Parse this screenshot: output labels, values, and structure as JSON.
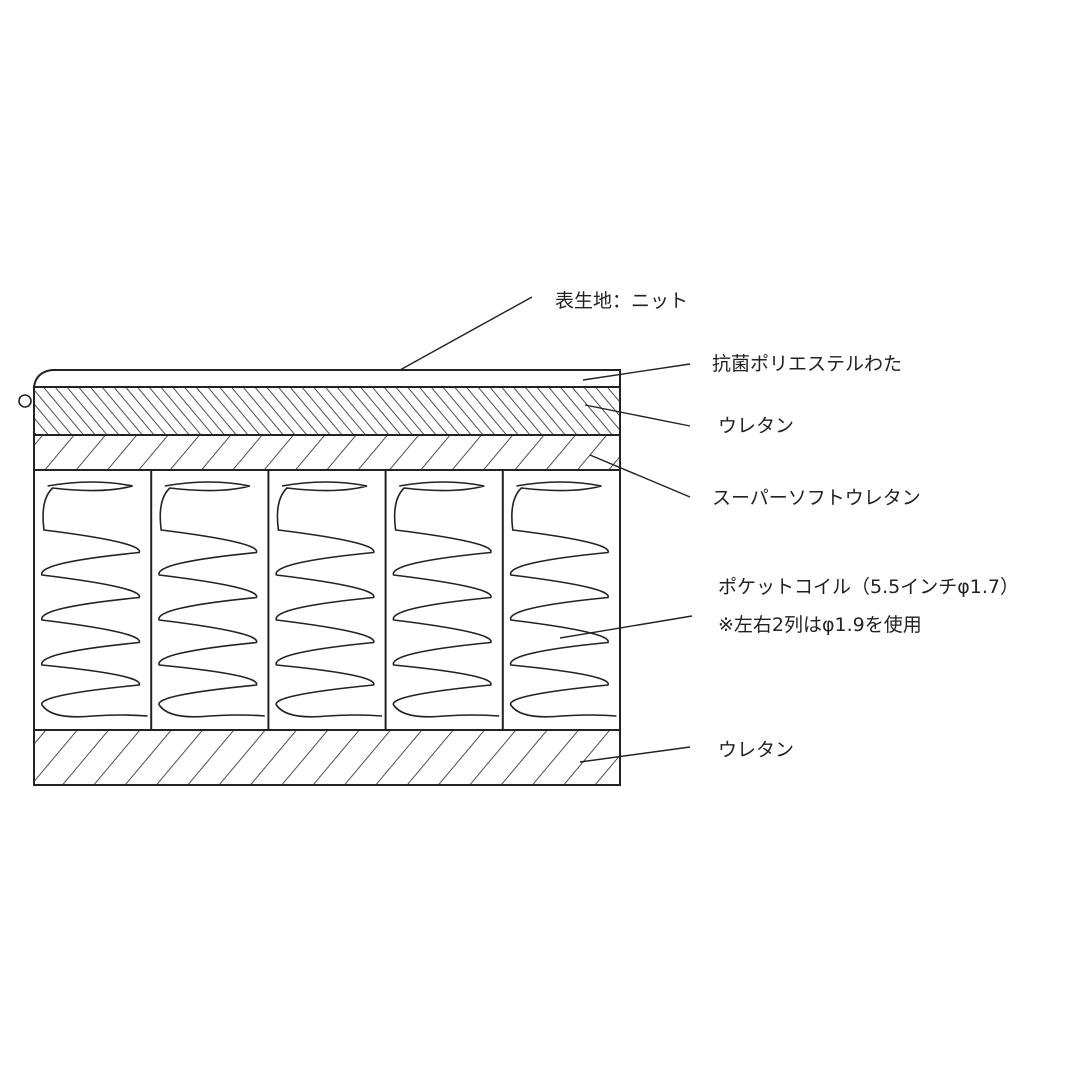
{
  "labels": {
    "cover": "表生地：ニット",
    "polyester": "抗菌ポリエステルわた",
    "urethane_top": "ウレタン",
    "super_soft": "スーパーソフトウレタン",
    "pocket_coil": "ポケットコイル（5.5インチφ1.7）",
    "pocket_coil_note": "※左右2列はφ1.9を使用",
    "urethane_bottom": "ウレタン"
  },
  "coil_count": 5
}
